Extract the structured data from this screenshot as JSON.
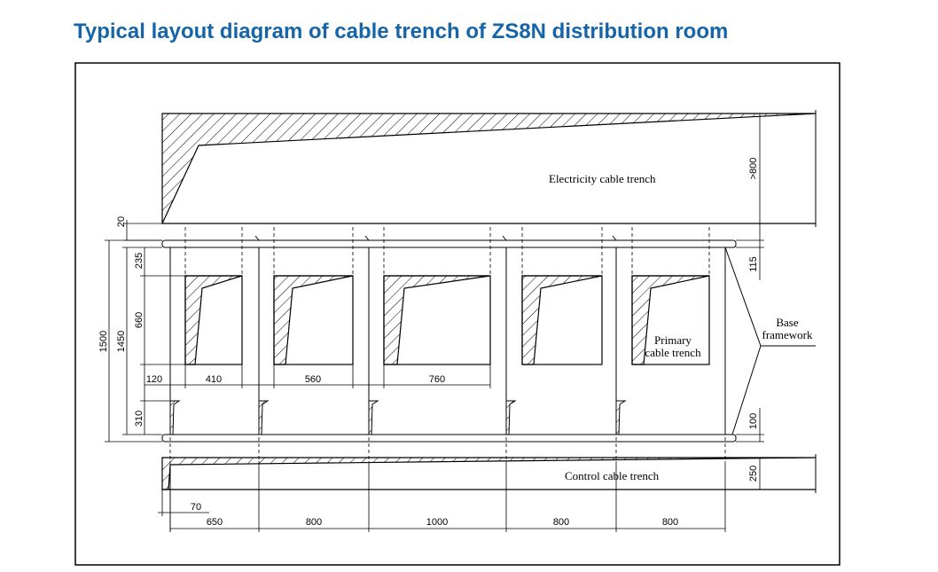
{
  "title": "Typical layout diagram of cable trench of ZS8N distribution room",
  "labels": {
    "electricity_trench": "Electricity cable trench",
    "primary_trench_1": "Primary",
    "primary_trench_2": "cable trench",
    "base_framework_1": "Base",
    "base_framework_2": "framework",
    "control_trench": "Control cable trench"
  },
  "dimensions": {
    "left_1500": "1500",
    "left_1450": "1450",
    "left_20": "20",
    "left_235": "235",
    "left_660": "660",
    "left_120": "120",
    "left_310": "310",
    "left_70": "70",
    "right_800": ">800",
    "right_115": "115",
    "right_100": "100",
    "right_250": "250",
    "opening_410": "410",
    "opening_560": "560",
    "opening_760": "760",
    "bottom_widths": [
      "650",
      "800",
      "1000",
      "800",
      "800"
    ]
  },
  "colors": {
    "title": "#1565a8",
    "line": "#000000"
  }
}
